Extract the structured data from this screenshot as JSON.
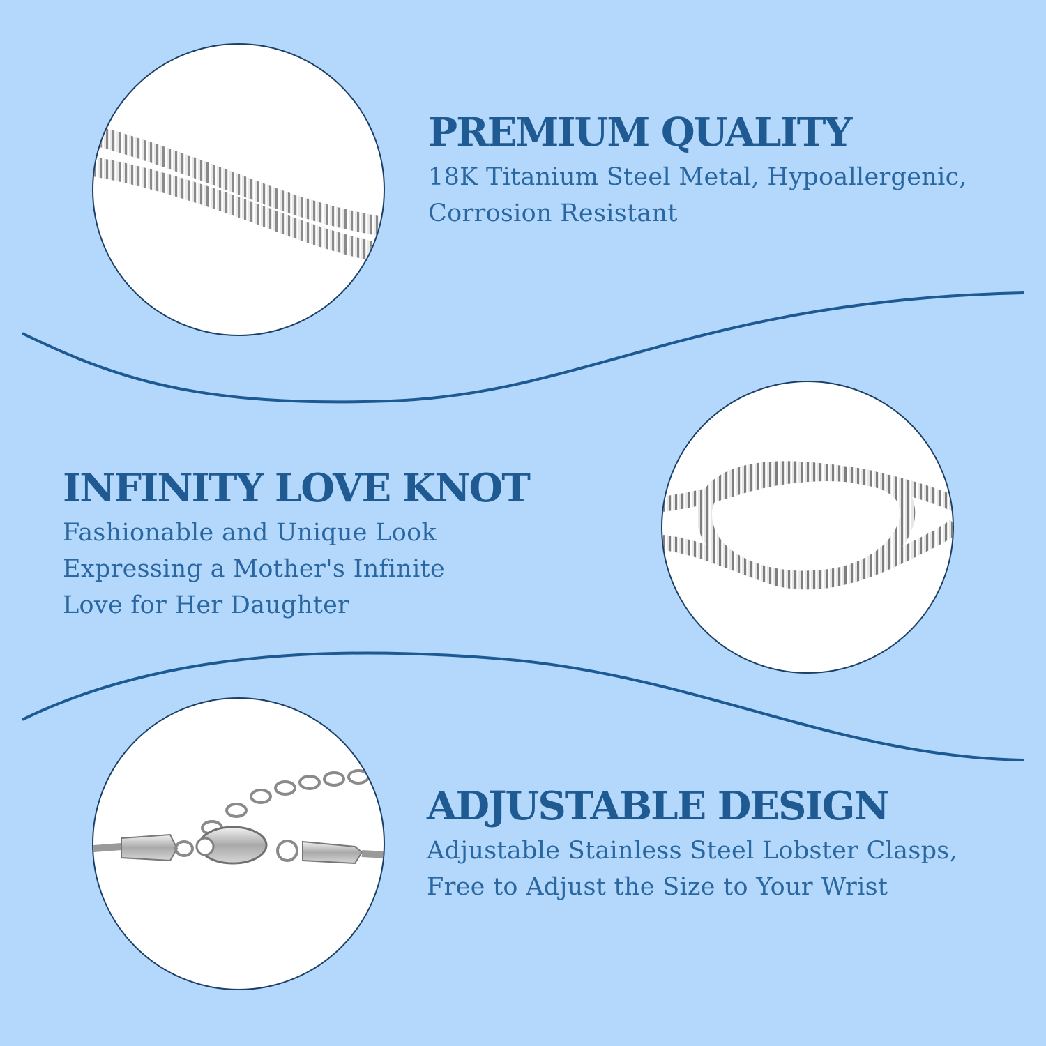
{
  "colors": {
    "background": "#b3d8fc",
    "heading": "#1f5a92",
    "body_text": "#2a66a0",
    "wave_line": "#1d5a94",
    "circle_border": "#1c3f66"
  },
  "features": [
    {
      "title": "PREMIUM QUALITY",
      "lines": [
        "18K Titanium Steel Metal, Hypoallergenic,",
        "Corrosion Resistant"
      ],
      "image": "snake-chain-closeup"
    },
    {
      "title": "INFINITY LOVE KNOT",
      "lines": [
        "Fashionable and Unique Look",
        "Expressing a Mother's Infinite",
        "Love for Her Daughter"
      ],
      "image": "love-knot-chain"
    },
    {
      "title": "ADJUSTABLE DESIGN",
      "lines": [
        "Adjustable Stainless Steel Lobster Clasps,",
        "Free to Adjust the Size to Your Wrist"
      ],
      "image": "lobster-clasp-extender"
    }
  ]
}
